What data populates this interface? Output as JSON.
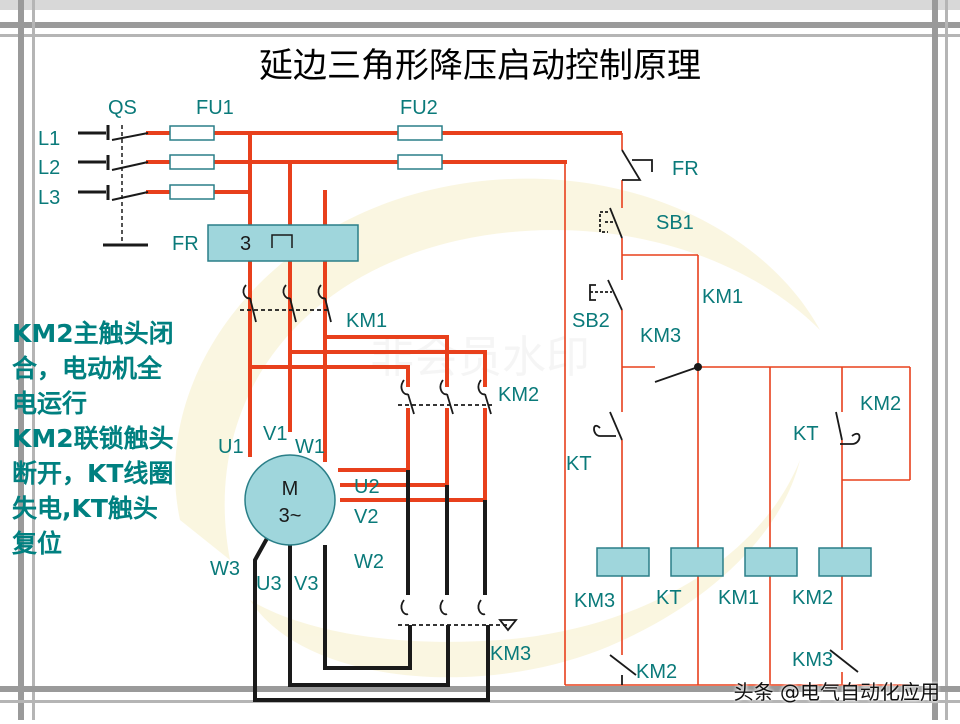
{
  "title": "延边三角形降压启动控制原理",
  "labels": {
    "QS": "QS",
    "FU1": "FU1",
    "FU2": "FU2",
    "L1": "L1",
    "L2": "L2",
    "L3": "L3",
    "FR_coil": "FR",
    "FR_num": "3",
    "FR_contact": "FR",
    "SB1": "SB1",
    "SB2": "SB2",
    "KM1_main": "KM1",
    "KM2_main": "KM2",
    "KM3_main": "KM3",
    "M": "M",
    "M_phase": "3~",
    "U1": "U1",
    "V1": "V1",
    "W1": "W1",
    "U2": "U2",
    "V2": "V2",
    "W2": "W2",
    "U3": "U3",
    "V3": "V3",
    "W3": "W3",
    "KM1_aux": "KM1",
    "KM3_aux": "KM3",
    "KT_contact": "KT",
    "KM2_aux": "KM2",
    "KT_delay": "KT",
    "coil_KM3": "KM3",
    "coil_KT": "KT",
    "coil_KM1": "KM1",
    "coil_KM2": "KM2",
    "KM3_interlock": "KM3",
    "KM2_interlock": "KM2"
  },
  "watermark": "非会员水印",
  "note_lines": [
    "KM2主触头闭",
    "合，电动机全",
    "电运行",
    "KM2联锁触头",
    "断开，KT线圈",
    "失电,KT触头",
    "复位"
  ],
  "credit": "头条 @电气自动化应用",
  "colors": {
    "energized": "#e8401c",
    "motor_loop": "#1a1a1a",
    "label": "#0a7a7a",
    "component_fill": "#9fd6dc",
    "component_stroke": "#2a7f88",
    "frame": "#9a9a9a"
  }
}
